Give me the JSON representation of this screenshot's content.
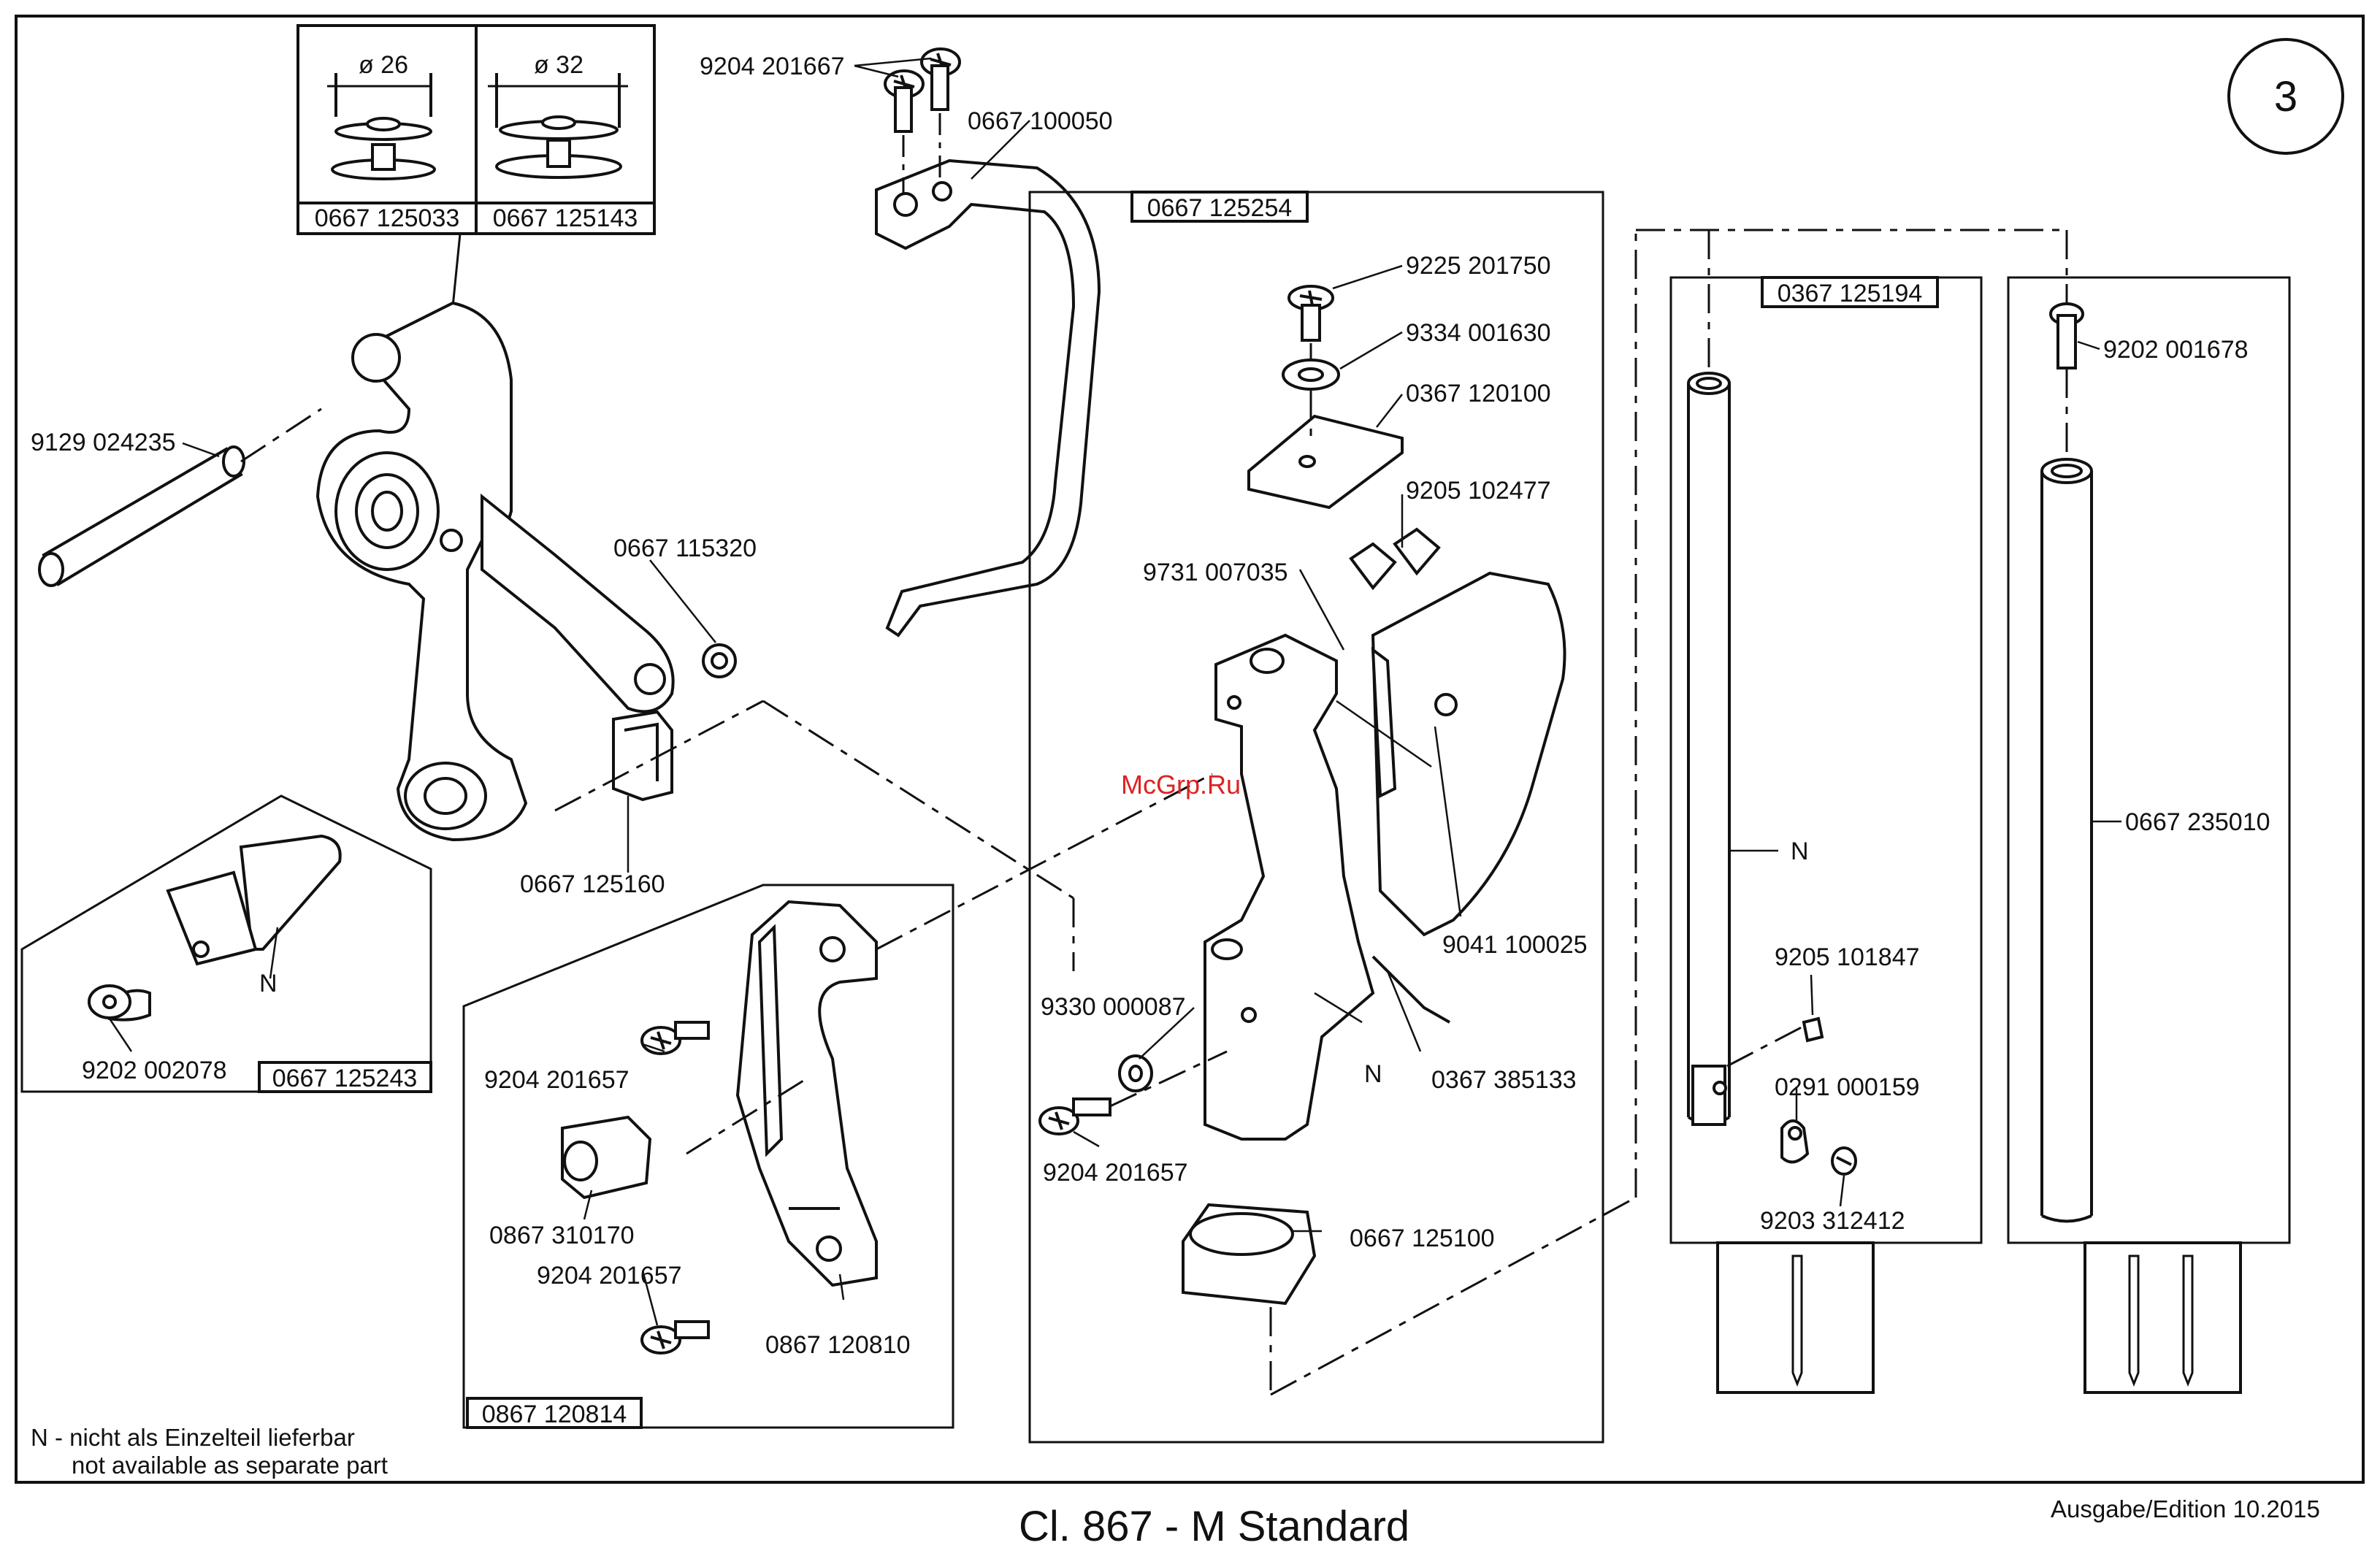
{
  "page_number": "3",
  "title": "Cl. 867 - M Standard",
  "edition": "Ausgabe/Edition  10.2015",
  "watermark": "McGrp.Ru",
  "bobbins": [
    {
      "size": "ø 26",
      "part": "0667 125033"
    },
    {
      "size": "ø 32",
      "part": "0667 125143"
    }
  ],
  "group_boxes": {
    "g1": "0667 125243",
    "g2": "0867 120814",
    "g3": "0667 125254",
    "g4": "0367 125194"
  },
  "labels": {
    "screws_top": "9204 201667",
    "arm_top": "0667 100050",
    "pin": "9129 024235",
    "bush_small": "0667 115320",
    "clip": "0667 125160",
    "n_left": "N",
    "screw_left": "9202 002078",
    "screw_a": "9204 201657",
    "nut": "0867 310170",
    "screw_b": "9204 201657",
    "bracket": "0867 120810",
    "screw_top2": "9225 201750",
    "washer": "9334 001630",
    "plate": "0367 120100",
    "pads": "9205 102477",
    "rod_thin": "9731 007035",
    "pin_right": "9041 100025",
    "washer2": "9330 000087",
    "screw_c": "9204 201657",
    "n_mid": "N",
    "shaft_right": "0367 385133",
    "foot": "0667 125100",
    "n_bar": "N",
    "set_screw": "9205 101847",
    "clamp": "0291 000159",
    "screw_d": "9203 312412",
    "screw_e": "9202 001678",
    "bar_right": "0667 235010"
  },
  "note_de": "N - nicht als Einzelteil lieferbar",
  "note_en": "not available as separate part"
}
